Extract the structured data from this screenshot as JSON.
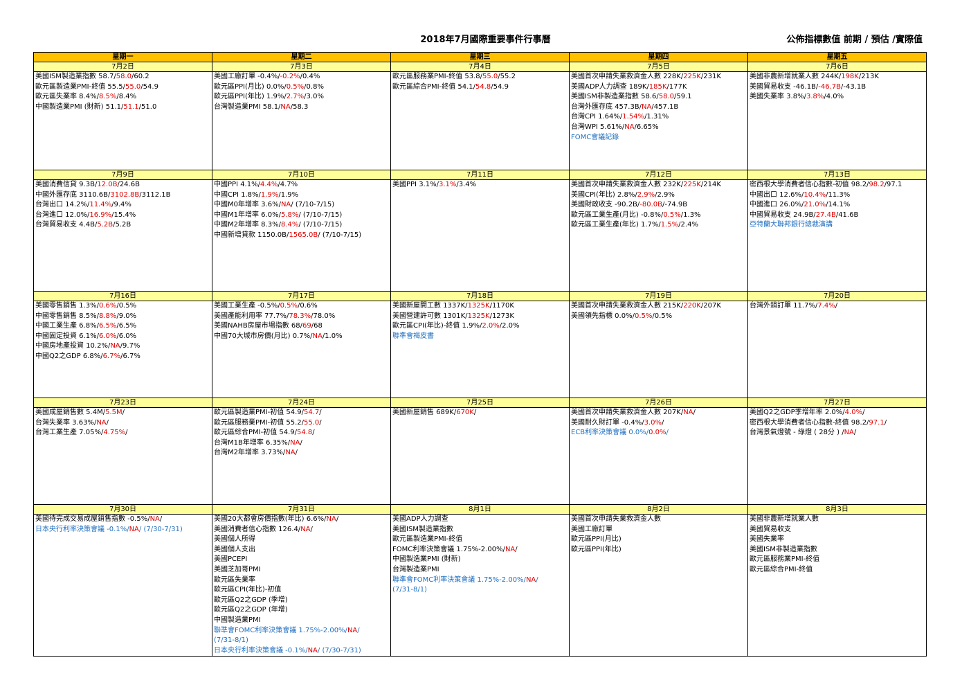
{
  "header": {
    "title": "2018年7月國際重要事件行事曆",
    "legend": "公佈指標數值  前期 / 預估 /實際值"
  },
  "colors": {
    "header_bg": "#ffc000",
    "date_bg": "#ffff99",
    "forecast": "#e00000",
    "event": "#1f6fc0"
  },
  "weekdays": [
    "星期一",
    "星期二",
    "星期三",
    "星期四",
    "星期五"
  ],
  "weeks": [
    {
      "dates": [
        "7月2日",
        "7月3日",
        "7月4日",
        "7月5日",
        "7月6日"
      ],
      "cells": [
        [
          {
            "pre": "美國ISM製造業指數 58.7/",
            "red": "58.0",
            "post": "/60.2"
          },
          {
            "pre": "歐元區製造業PMI-終值 55.5/",
            "red": "55.0",
            "post": "/54.9"
          },
          {
            "pre": "歐元區失業率 8.4%/",
            "red": "8.5%",
            "post": "/8.4%"
          },
          {
            "pre": "中國製造業PMI (財新) 51.1/",
            "red": "51.1",
            "post": "/51.0"
          }
        ],
        [
          {
            "pre": "美國工廠訂單 -0.4%/",
            "red": "-0.2%",
            "post": "/0.4%"
          },
          {
            "pre": "歐元區PPI(月比) 0.0%/",
            "red": "0.5%",
            "post": "/0.8%"
          },
          {
            "pre": "歐元區PPI(年比) 1.9%/",
            "red": "2.7%",
            "post": "/3.0%"
          },
          {
            "pre": "台灣製造業PMI 58.1/",
            "red": "NA",
            "post": "/58.3"
          }
        ],
        [
          {
            "pre": "歐元區服務業PMI-終值 53.8/",
            "red": "55.0",
            "post": "/55.2"
          },
          {
            "pre": "歐元區綜合PMI-終值 54.1/",
            "red": "54.8",
            "post": "/54.9"
          }
        ],
        [
          {
            "pre": "美國首次申請失業救濟金人數 228K/",
            "red": "225K",
            "post": "/231K"
          },
          {
            "pre": "美國ADP人力調查 189K/",
            "red": "185K",
            "post": "/177K"
          },
          {
            "pre": "美國ISM非製造業指數 58.6/",
            "red": "58.0",
            "post": "/59.1"
          },
          {
            "pre": "台灣外匯存底 457.3B/",
            "red": "NA",
            "post": "/457.1B"
          },
          {
            "pre": "台灣CPI 1.64%/",
            "red": "1.54%",
            "post": "/1.31%"
          },
          {
            "pre": "台灣WPI 5.61%/",
            "red": "NA",
            "post": "/6.65%"
          },
          {
            "pre": "FOMC會議記錄",
            "red": "",
            "post": "",
            "blue": true
          }
        ],
        [
          {
            "pre": "美國非農新增就業人數 244K/",
            "red": "198K",
            "post": "/213K"
          },
          {
            "pre": "美國貿易收支 -46.1B/",
            "red": "-46.7B",
            "post": "/-43.1B"
          },
          {
            "pre": "美國失業率 3.8%/",
            "red": "3.8%",
            "post": "/4.0%"
          }
        ]
      ]
    },
    {
      "dates": [
        "7月9日",
        "7月10日",
        "7月11日",
        "7月12日",
        "7月13日"
      ],
      "cells": [
        [
          {
            "pre": "美國消費信貸 9.3B/",
            "red": "12.0B",
            "post": "/24.6B"
          },
          {
            "pre": "中國外匯存底 3110.6B/",
            "red": "3102.8B",
            "post": "/3112.1B"
          },
          {
            "pre": "台灣出口 14.2%/",
            "red": "11.4%",
            "post": "/9.4%"
          },
          {
            "pre": "台灣進口 12.0%/",
            "red": "16.9%",
            "post": "/15.4%"
          },
          {
            "pre": "台灣貿易收支 4.4B/",
            "red": "5.2B",
            "post": "/5.2B"
          }
        ],
        [
          {
            "pre": "中國PPI 4.1%/",
            "red": "4.4%",
            "post": "/4.7%"
          },
          {
            "pre": "中國CPI 1.8%/",
            "red": "1.9%",
            "post": "/1.9%"
          },
          {
            "pre": "中國M0年增率 3.6%/",
            "red": "NA",
            "post": "/  (7/10-7/15)"
          },
          {
            "pre": "中國M1年增率 6.0%/",
            "red": "5.8%",
            "post": "/  (7/10-7/15)"
          },
          {
            "pre": "中國M2年增率 8.3%/",
            "red": "8.4%",
            "post": "/  (7/10-7/15)"
          },
          {
            "pre": "中國新增貸款 1150.0B/",
            "red": "1565.0B",
            "post": "/  (7/10-7/15)"
          }
        ],
        [
          {
            "pre": "美國PPI 3.1%/",
            "red": "3.1%",
            "post": "/3.4%"
          }
        ],
        [
          {
            "pre": "美國首次申請失業救濟金人數 232K/",
            "red": "225K",
            "post": "/214K"
          },
          {
            "pre": "美國CPI(年比) 2.8%/",
            "red": "2.9%",
            "post": "/2.9%"
          },
          {
            "pre": "美國財政收支 -90.2B/",
            "red": "-80.0B",
            "post": "/-74.9B"
          },
          {
            "pre": "歐元區工業生產(月比) -0.8%/",
            "red": "0.5%",
            "post": "/1.3%"
          },
          {
            "pre": "歐元區工業生產(年比) 1.7%/",
            "red": "1.5%",
            "post": "/2.4%"
          }
        ],
        [
          {
            "pre": "密西根大學消費者信心指數-初值 98.2/",
            "red": "98.2",
            "post": "/97.1"
          },
          {
            "pre": "中國出口 12.6%/",
            "red": "10.4%",
            "post": "/11.3%"
          },
          {
            "pre": "中國進口 26.0%/",
            "red": "21.0%",
            "post": "/14.1%"
          },
          {
            "pre": "中國貿易收支 24.9B/",
            "red": "27.4B",
            "post": "/41.6B"
          },
          {
            "pre": "亞特蘭大聯邦銀行總裁演講",
            "red": "",
            "post": "",
            "blue": true
          }
        ]
      ]
    },
    {
      "dates": [
        "7月16日",
        "7月17日",
        "7月18日",
        "7月19日",
        "7月20日"
      ],
      "cells": [
        [
          {
            "pre": "美國零售銷售 1.3%/",
            "red": "0.6%",
            "post": "/0.5%"
          },
          {
            "pre": "中國零售銷售 8.5%/",
            "red": "8.8%",
            "post": "/9.0%"
          },
          {
            "pre": "中國工業生產 6.8%/",
            "red": "6.5%",
            "post": "/6.5%"
          },
          {
            "pre": "中國固定投資 6.1%/",
            "red": "6.0%",
            "post": "/6.0%"
          },
          {
            "pre": "中國房地產投資 10.2%/",
            "red": "NA",
            "post": "/9.7%"
          },
          {
            "pre": "中國Q2之GDP 6.8%/",
            "red": "6.7%",
            "post": "/6.7%"
          }
        ],
        [
          {
            "pre": "美國工業生產 -0.5%/",
            "red": "0.5%",
            "post": "/0.6%"
          },
          {
            "pre": "美國產能利用率 77.7%/",
            "red": "78.3%",
            "post": "/78.0%"
          },
          {
            "pre": "美國NAHB房屋市場指數 68/",
            "red": "69",
            "post": "/68"
          },
          {
            "pre": "中國70大城市房價(月比) 0.7%/",
            "red": "NA",
            "post": "/1.0%"
          }
        ],
        [
          {
            "pre": "美國新屋開工數 1337K/",
            "red": "1325K",
            "post": "/1170K"
          },
          {
            "pre": "美國營建許可數 1301K/",
            "red": "1325K",
            "post": "/1273K"
          },
          {
            "pre": "歐元區CPI(年比)-終值 1.9%/",
            "red": "2.0%",
            "post": "/2.0%"
          },
          {
            "pre": "聯準會褐皮書",
            "red": "",
            "post": "",
            "blue": true
          }
        ],
        [
          {
            "pre": "美國首次申請失業救濟金人數 215K/",
            "red": "220K",
            "post": "/207K"
          },
          {
            "pre": "美國領先指標 0.0%/",
            "red": "0.5%",
            "post": "/0.5%"
          }
        ],
        [
          {
            "pre": "台灣外銷訂單 11.7%/",
            "red": "7.4%",
            "post": "/"
          }
        ]
      ]
    },
    {
      "dates": [
        "7月23日",
        "7月24日",
        "7月25日",
        "7月26日",
        "7月27日"
      ],
      "cells": [
        [
          {
            "pre": "美國成屋銷售數 5.4M/",
            "red": "5.5M",
            "post": "/"
          },
          {
            "pre": "台灣失業率 3.63%/",
            "red": "NA",
            "post": "/"
          },
          {
            "pre": "台灣工業生產 7.05%/",
            "red": "4.75%",
            "post": "/"
          }
        ],
        [
          {
            "pre": "歐元區製造業PMI-初值 54.9/",
            "red": "54.7",
            "post": "/"
          },
          {
            "pre": "歐元區服務業PMI-初值  55.2/",
            "red": "55.0",
            "post": "/"
          },
          {
            "pre": "歐元區綜合PMI-初值 54.9/",
            "red": "54.8",
            "post": "/"
          },
          {
            "pre": "台灣M1B年增率 6.35%/",
            "red": "NA",
            "post": "/"
          },
          {
            "pre": "台灣M2年增率 3.73%/",
            "red": "NA",
            "post": "/"
          }
        ],
        [
          {
            "pre": "美國新屋銷售 689K/",
            "red": "670K",
            "post": "/"
          }
        ],
        [
          {
            "pre": "美國首次申請失業救濟金人數 207K/",
            "red": "NA",
            "post": "/"
          },
          {
            "pre": "美國耐久財訂單 -0.4%/",
            "red": "3.0%",
            "post": "/"
          },
          {
            "pre": "ECB利率決策會議 0.0%/",
            "red": "0.0%",
            "post": "/",
            "blue": true
          }
        ],
        [
          {
            "pre": "美國Q2之GDP季增年率 2.0%/",
            "red": "4.0%",
            "post": "/"
          },
          {
            "pre": "密西根大學消費者信心指數-終值  98.2/",
            "red": "97.1",
            "post": "/"
          },
          {
            "pre": "台灣景氣燈號 - 綠燈 ( 28分 ) /",
            "red": "NA",
            "post": "/"
          }
        ]
      ]
    },
    {
      "dates": [
        "7月30日",
        "7月31日",
        "8月1日",
        "8月2日",
        "8月3日"
      ],
      "cells": [
        [
          {
            "pre": "美國待完成交易成屋銷售指數 -0.5%/",
            "red": "NA",
            "post": "/"
          },
          {
            "pre": "日本央行利率決策會議 -0.1%/",
            "red": "NA",
            "post": "/  (7/30-7/31)",
            "blue": true
          }
        ],
        [
          {
            "pre": "美國20大都會房價指數(年比) 6.6%/",
            "red": "NA",
            "post": "/"
          },
          {
            "pre": "美國消費者信心指數 126.4/",
            "red": "NA",
            "post": "/"
          },
          {
            "pre": "美國個人所得",
            "red": "",
            "post": ""
          },
          {
            "pre": "美國個人支出",
            "red": "",
            "post": ""
          },
          {
            "pre": "美國PCEPI",
            "red": "",
            "post": ""
          },
          {
            "pre": "美國芝加哥PMI",
            "red": "",
            "post": ""
          },
          {
            "pre": "歐元區失業率",
            "red": "",
            "post": ""
          },
          {
            "pre": "歐元區CPI(年比)-初值",
            "red": "",
            "post": ""
          },
          {
            "pre": "歐元區Q2之GDP (季增)",
            "red": "",
            "post": ""
          },
          {
            "pre": "歐元區Q2之GDP (年增)",
            "red": "",
            "post": ""
          },
          {
            "pre": "中國製造業PMI",
            "red": "",
            "post": ""
          },
          {
            "pre": "聯準會FOMC利率決策會議 1.75%-2.00%/",
            "red": "NA",
            "post": "/",
            "blue": true
          },
          {
            "pre": "(7/31-8/1)",
            "red": "",
            "post": "",
            "blue": true
          },
          {
            "pre": "日本央行利率決策會議 -0.1%/",
            "red": "NA",
            "post": "/  (7/30-7/31)",
            "blue": true
          }
        ],
        [
          {
            "pre": "美國ADP人力調查",
            "red": "",
            "post": ""
          },
          {
            "pre": "美國ISM製造業指數",
            "red": "",
            "post": ""
          },
          {
            "pre": "歐元區製造業PMI-終值",
            "red": "",
            "post": ""
          },
          {
            "pre": "FOMC利率決策會議 1.75%-2.00%/",
            "red": "NA",
            "post": "/"
          },
          {
            "pre": "中國製造業PMI (財新)",
            "red": "",
            "post": ""
          },
          {
            "pre": "台灣製造業PMI",
            "red": "",
            "post": ""
          },
          {
            "pre": "聯準會FOMC利率決策會議 1.75%-2.00%/",
            "red": "NA",
            "post": "/",
            "blue": true
          },
          {
            "pre": "(7/31-8/1)",
            "red": "",
            "post": "",
            "blue": true
          }
        ],
        [
          {
            "pre": "美國首次申請失業救濟金人數",
            "red": "",
            "post": ""
          },
          {
            "pre": "美國工廠訂單",
            "red": "",
            "post": ""
          },
          {
            "pre": "歐元區PPI(月比)",
            "red": "",
            "post": ""
          },
          {
            "pre": "歐元區PPI(年比)",
            "red": "",
            "post": ""
          }
        ],
        [
          {
            "pre": "美國非農新增就業人數",
            "red": "",
            "post": ""
          },
          {
            "pre": "美國貿易收支",
            "red": "",
            "post": ""
          },
          {
            "pre": "美國失業率",
            "red": "",
            "post": ""
          },
          {
            "pre": "美國ISM非製造業指數",
            "red": "",
            "post": ""
          },
          {
            "pre": "歐元區服務業PMI-終值",
            "red": "",
            "post": ""
          },
          {
            "pre": "歐元區綜合PMI-終值",
            "red": "",
            "post": ""
          }
        ]
      ]
    }
  ]
}
